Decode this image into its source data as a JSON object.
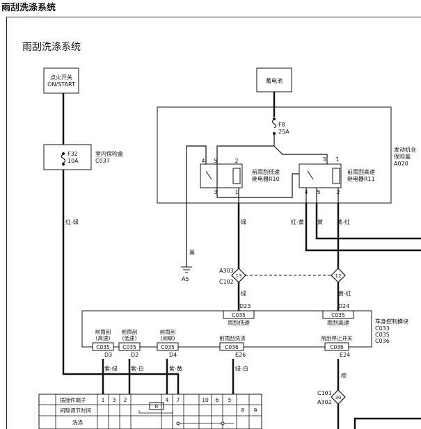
{
  "page_title": "雨刮洗涤系统",
  "diagram_title": "雨刮洗涤系统",
  "ignition": {
    "line1": "点火开关",
    "line2": "ON/START"
  },
  "battery": {
    "label": "蓄电池"
  },
  "fuse_f32": {
    "line1": "F32",
    "line2": "10A"
  },
  "interior_fuse_box": {
    "line1": "室内保险盒",
    "line2": "C037"
  },
  "fuse_f8": {
    "line1": "F8",
    "line2": "25A"
  },
  "engine_fuse_box": {
    "line1": "发动机仓",
    "line2": "保险盒",
    "line3": "A020"
  },
  "relay_r10": {
    "line1": "前雨刮低速",
    "line2": "继电器R10",
    "pins": [
      "4",
      "5",
      "2",
      "3",
      "1"
    ]
  },
  "relay_r11": {
    "line1": "前雨刮高速",
    "line2": "继电器R11",
    "pins": [
      "3",
      "1",
      "4",
      "5",
      "2"
    ]
  },
  "wire_colors": {
    "red_green": "红-绿",
    "black": "黑",
    "green": "绿",
    "red_yellow": "红-黄",
    "yellow": "黄",
    "yellow_red_1": "黄-红",
    "yellow_red_2": "黄-红",
    "purple_green": "紫-绿",
    "purple_white": "紫-白",
    "purple_yellow": "紫-黄",
    "green_white": "绿-白",
    "brown": "棕"
  },
  "ground": {
    "label": "A5"
  },
  "connectors": {
    "a303": "A303",
    "c102": "C102",
    "c101": "C101",
    "a302": "A302",
    "pin13": "13",
    "pin12": "12",
    "pin30": "30"
  },
  "bcm": {
    "line1": "车身控制模块",
    "line2": "C033",
    "line3": "C035",
    "line4": "C036",
    "c035_low": "C035",
    "pin_d23": "D23",
    "low_speed": "雨刮低速",
    "c035_high": "C035",
    "pin_d24": "D24",
    "high_speed": "雨刮高速",
    "front_high_l1": "前雨刮",
    "front_high_l2": "(高速)",
    "front_low_l1": "前雨刮",
    "front_low_l2": "(低速)",
    "front_int_l1": "前雨刮",
    "front_int_l2": "(间歇)",
    "front_wash": "前雨刮洗涤",
    "front_stop": "前刮停止开关",
    "c035_a": "C035",
    "c035_b": "C035",
    "c035_c": "C035",
    "c036_a": "C036",
    "c036_b": "C036",
    "pin_d3": "D3",
    "pin_d2": "D2",
    "pin_d4": "D4",
    "pin_e26": "E26",
    "pin_e24": "E24"
  },
  "switch_table": {
    "header": "插接件端子",
    "pins": [
      "1",
      "3",
      "2",
      "4",
      "7",
      "10",
      "6",
      "5"
    ],
    "row_interval": "间隙调节时间",
    "row_interval_pins": [
      "8",
      "9"
    ],
    "row_wash": "洗涤",
    "r_label": "R"
  }
}
